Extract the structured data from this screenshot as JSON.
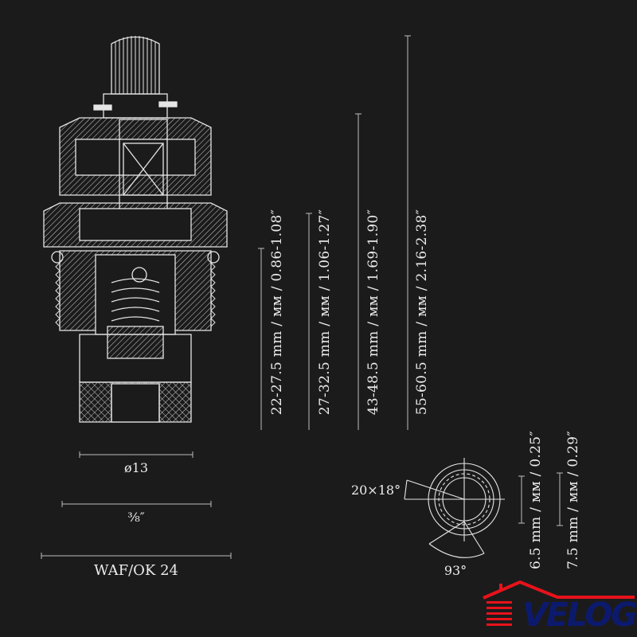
{
  "dimensions": {
    "length_1": "22-27.5 mm / мм / 0.86-1.08″",
    "length_2": "27-32.5 mm / мм / 1.06-1.27″",
    "length_3": "43-48.5 mm / мм / 1.69-1.90″",
    "length_4": "55-60.5 mm / мм / 2.16-2.38″",
    "diameter": "ø13",
    "thread": "⅜″",
    "wrench": "WAF/OK 24",
    "spline": "20×18°",
    "angle": "93°",
    "spindle_1": "6.5 mm / мм / 0.25″",
    "spindle_2": "7.5 mm / мм / 0.29″"
  },
  "logo": {
    "text": "VELOG",
    "roof_color": "#e8121a",
    "text_color": "#0c1a6e"
  }
}
